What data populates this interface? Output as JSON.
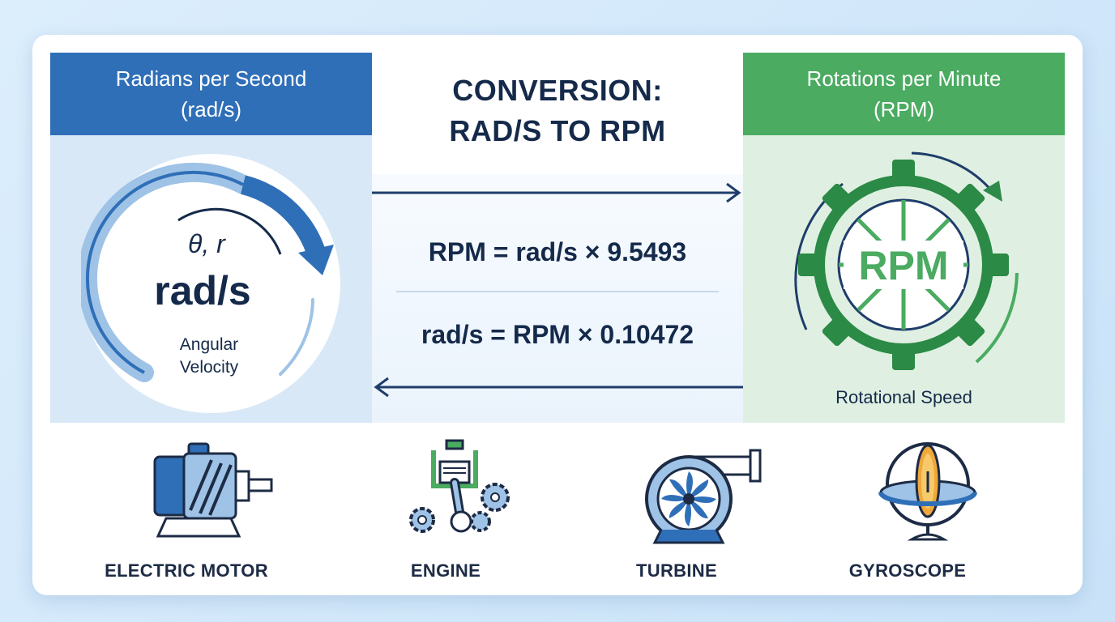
{
  "left": {
    "header_line1": "Radians per Second",
    "header_line2": "(rad/s)",
    "symbols": "θ,  r",
    "unit": "rad/s",
    "caption_line1": "Angular",
    "caption_line2": "Velocity"
  },
  "center": {
    "title_line1": "CONVERSION:",
    "title_line2": "RAD/S TO RPM",
    "formula_to_rpm": "RPM = rad/s × 9.5493",
    "formula_to_rads": "rad/s = RPM × 0.10472"
  },
  "right": {
    "header_line1": "Rotations per Minute",
    "header_line2": "(RPM)",
    "gear_label": "RPM",
    "caption": "Rotational Speed"
  },
  "applications": [
    {
      "label": "ELECTRIC MOTOR",
      "icon": "electric-motor-icon"
    },
    {
      "label": "ENGINE",
      "icon": "engine-icon"
    },
    {
      "label": "TURBINE",
      "icon": "turbine-icon"
    },
    {
      "label": "GYROSCOPE",
      "icon": "gyroscope-icon"
    }
  ],
  "colors": {
    "blue_accent": "#2f6fb8",
    "green_accent": "#4aab61",
    "dark_text": "#152a4a"
  }
}
